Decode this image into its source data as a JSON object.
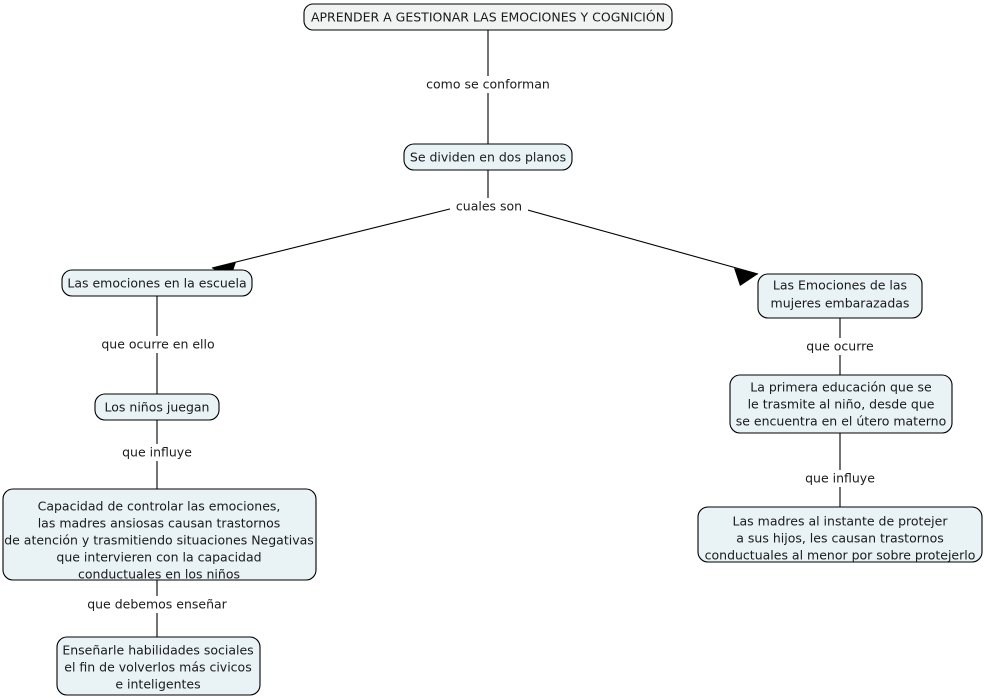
{
  "document": {
    "title": "APRENDER A GESTIONAR LAS EMOCIONES Y COGNICIÓN",
    "type": "concept-map",
    "background_color": "#ffffff",
    "node_border_color": "#000000",
    "node_fill_plain": "#f1f3f3",
    "node_fill_tint": "#e9f2f5",
    "text_color": "#1a1a1a"
  },
  "nodes": {
    "root": {
      "id": "root",
      "label": "APRENDER A GESTIONAR LAS EMOCIONES Y COGNICIÓN",
      "lines": [
        "APRENDER A GESTIONAR LAS EMOCIONES Y COGNICIÓN"
      ]
    },
    "planos": {
      "id": "planos",
      "label": "Se dividen en dos planos",
      "lines": [
        "Se dividen en dos planos"
      ]
    },
    "escuela": {
      "id": "escuela",
      "label": "Las emociones en la escuela",
      "lines": [
        "Las emociones en la escuela"
      ]
    },
    "embarazadas": {
      "id": "embarazadas",
      "label": "Las Emociones de las mujeres embarazadas",
      "lines": [
        "Las Emociones de las",
        "mujeres embarazadas"
      ]
    },
    "juegan": {
      "id": "juegan",
      "label": "Los niños juegan",
      "lines": [
        "Los niños juegan"
      ]
    },
    "primera_educacion": {
      "id": "primera_educacion",
      "label": "La primera educación que se le trasmite al niño, desde que se encuentra en el útero materno",
      "lines": [
        "La primera educación que se",
        "le trasmite al niño, desde que",
        "se encuentra en el útero materno"
      ]
    },
    "capacidad": {
      "id": "capacidad",
      "label": "Capacidad de controlar las emociones, las madres ansiosas causan trastornos de atención y trasmitiendo situaciones Negativas que intervieren con la capacidad conductuales en los niños",
      "lines": [
        "Capacidad de controlar las emociones,",
        "las madres ansiosas causan trastornos",
        "de atención y trasmitiendo situaciones Negativas",
        "que intervieren con la capacidad",
        "conductuales en los niños"
      ]
    },
    "madres_proteger": {
      "id": "madres_proteger",
      "label": "Las madres al instante de protejer a sus hijos, les causan trastornos conductuales al menor por sobre protejerlo",
      "lines": [
        "Las madres al instante de protejer",
        "a sus hijos, les causan trastornos",
        "conductuales al menor por sobre protejerlo"
      ]
    },
    "ensenar": {
      "id": "ensenar",
      "label": "Enseñarle habilidades sociales el fin de volverlos más civicos e inteligentes",
      "lines": [
        "Enseñarle habilidades sociales",
        "el fin de volverlos más civicos",
        "e inteligentes"
      ]
    }
  },
  "links": {
    "como_se_conforman": {
      "label": "como se conforman",
      "from": "root",
      "to": "planos"
    },
    "cuales_son": {
      "label": "cuales son",
      "from": "planos",
      "to": "escuela + embarazadas"
    },
    "que_ocurre_en_ello": {
      "label": "que ocurre en ello",
      "from": "escuela",
      "to": "juegan"
    },
    "que_ocurre": {
      "label": "que ocurre",
      "from": "embarazadas",
      "to": "primera_educacion"
    },
    "que_influye_izq": {
      "label": "que influye",
      "from": "juegan",
      "to": "capacidad"
    },
    "que_influye_der": {
      "label": "que influye",
      "from": "primera_educacion",
      "to": "madres_proteger"
    },
    "que_debemos_ensenar": {
      "label": "que debemos enseñar",
      "from": "capacidad",
      "to": "ensenar"
    }
  }
}
